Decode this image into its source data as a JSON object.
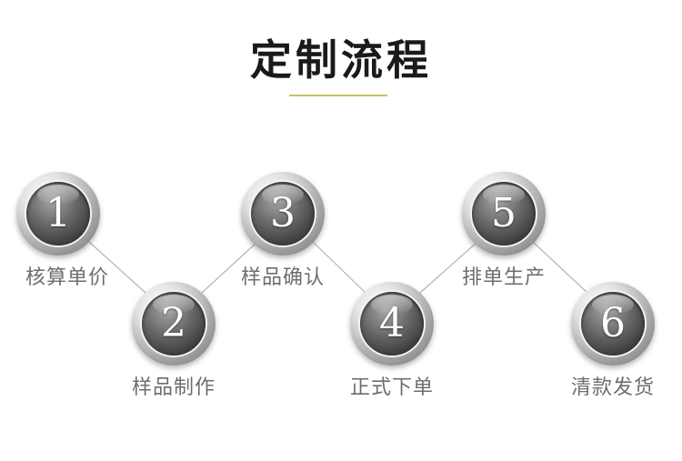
{
  "title": "定制流程",
  "steps": [
    {
      "number": "1",
      "label": "核算单价"
    },
    {
      "number": "2",
      "label": "样品制作"
    },
    {
      "number": "3",
      "label": "样品确认"
    },
    {
      "number": "4",
      "label": "正式下单"
    },
    {
      "number": "5",
      "label": "排单生产"
    },
    {
      "number": "6",
      "label": "清款发货"
    }
  ],
  "colors": {
    "title": "#1a1a1a",
    "underline": "#c8c36a",
    "label": "#6e6e6e",
    "connector": "#b4b4b4"
  }
}
